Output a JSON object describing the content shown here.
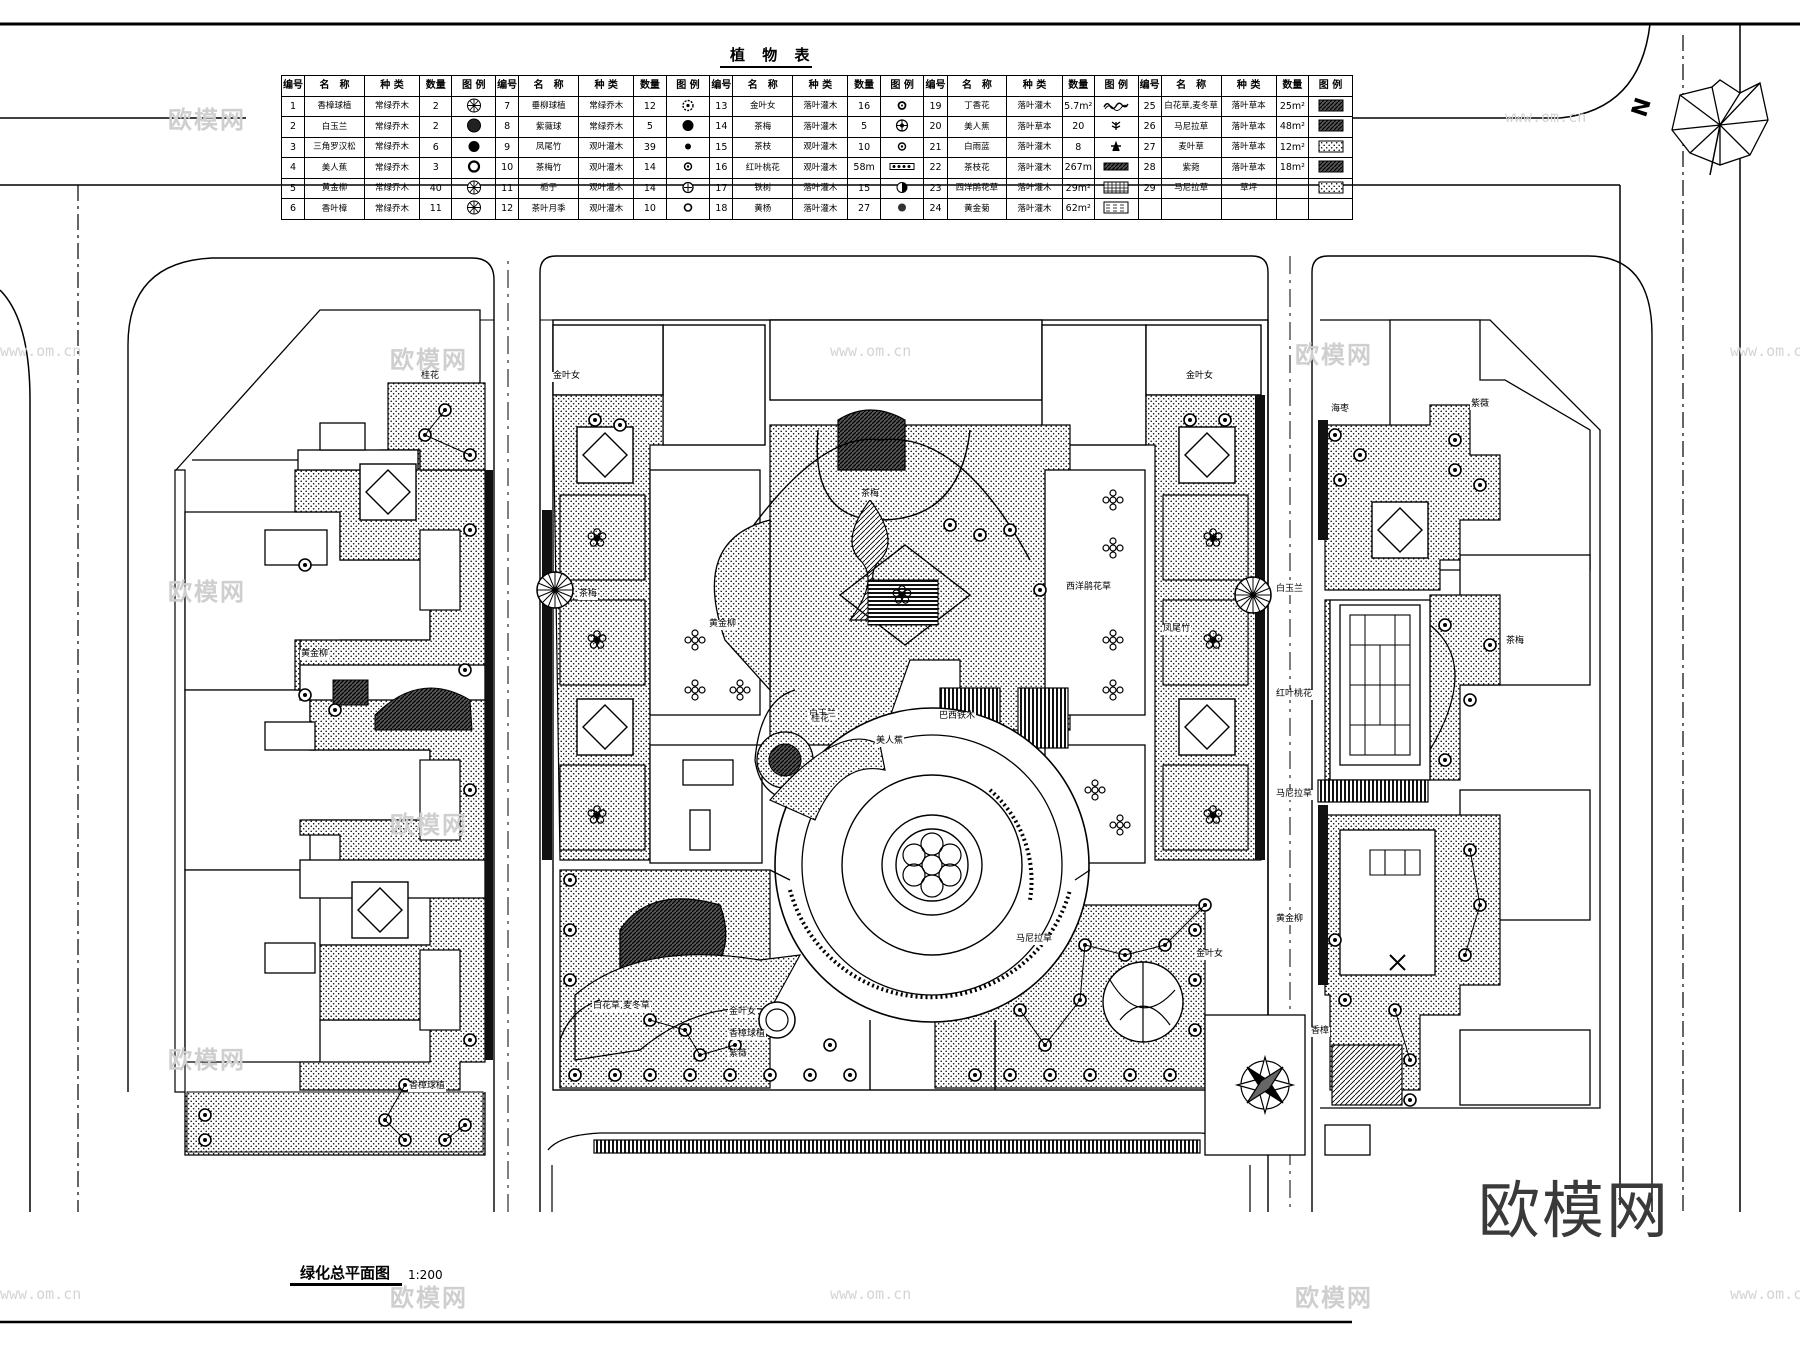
{
  "table_title": "植 物 表",
  "plant_table": {
    "headers": [
      "编号",
      "名　称",
      "种 类",
      "数量",
      "图 例"
    ],
    "rows": [
      [
        {
          "no": "1",
          "name": "香樟球植",
          "type": "常绿乔木",
          "qty": "2",
          "sym": "hatch-tree"
        },
        {
          "no": "7",
          "name": "垂柳球植",
          "type": "常绿乔木",
          "qty": "12",
          "sym": "dot-ring"
        },
        {
          "no": "13",
          "name": "金叶女",
          "type": "落叶灌木",
          "qty": "16",
          "sym": "small-ring"
        },
        {
          "no": "19",
          "name": "丁香花",
          "type": "落叶灌木",
          "qty": "5.7m²",
          "sym": "squiggle"
        },
        {
          "no": "25",
          "name": "白花草,麦冬草",
          "type": "落叶草本",
          "qty": "25m²",
          "sym": "dense-hatch"
        }
      ],
      [
        {
          "no": "2",
          "name": "白玉兰",
          "type": "常绿乔木",
          "qty": "2",
          "sym": "dark-tree"
        },
        {
          "no": "8",
          "name": "紫薇球",
          "type": "常绿乔木",
          "qty": "5",
          "sym": "filled-circle"
        },
        {
          "no": "14",
          "name": "茶梅",
          "type": "落叶灌木",
          "qty": "5",
          "sym": "flower"
        },
        {
          "no": "20",
          "name": "美人蕉",
          "type": "落叶草本",
          "qty": "20",
          "sym": "sprig"
        },
        {
          "no": "26",
          "name": "马尼拉草",
          "type": "落叶草本",
          "qty": "48m²",
          "sym": "dense-hatch"
        }
      ],
      [
        {
          "no": "3",
          "name": "三角罗汉松",
          "type": "常绿乔木",
          "qty": "6",
          "sym": "filled-circle"
        },
        {
          "no": "9",
          "name": "凤尾竹",
          "type": "观叶灌木",
          "qty": "39",
          "sym": "small-dot"
        },
        {
          "no": "15",
          "name": "茶枝",
          "type": "观叶灌木",
          "qty": "10",
          "sym": "small-flower"
        },
        {
          "no": "21",
          "name": "白雨蓝",
          "type": "落叶灌木",
          "qty": "8",
          "sym": "sprig2"
        },
        {
          "no": "27",
          "name": "麦叶草",
          "type": "落叶草本",
          "qty": "12m²",
          "sym": "dots"
        }
      ],
      [
        {
          "no": "4",
          "name": "美人蕉",
          "type": "常绿乔木",
          "qty": "3",
          "sym": "ring"
        },
        {
          "no": "10",
          "name": "茶梅竹",
          "type": "观叶灌木",
          "qty": "14",
          "sym": "small-flower"
        },
        {
          "no": "16",
          "name": "红叶桃花",
          "type": "观叶灌木",
          "qty": "58m",
          "sym": "chain"
        },
        {
          "no": "22",
          "name": "茶枝花",
          "type": "落叶灌木",
          "qty": "267m",
          "sym": "hedge"
        },
        {
          "no": "28",
          "name": "紫菀",
          "type": "落叶草本",
          "qty": "18m²",
          "sym": "dense-hatch"
        }
      ],
      [
        {
          "no": "5",
          "name": "黄金柳",
          "type": "常绿乔木",
          "qty": "40",
          "sym": "hatch-tree"
        },
        {
          "no": "11",
          "name": "栀子",
          "type": "观叶灌木",
          "qty": "14",
          "sym": "cross-circle"
        },
        {
          "no": "17",
          "name": "铁树",
          "type": "落叶灌木",
          "qty": "15",
          "sym": "half-circle"
        },
        {
          "no": "23",
          "name": "西洋鹃花草",
          "type": "落叶灌木",
          "qty": "29m²",
          "sym": "grid-box"
        },
        {
          "no": "29",
          "name": "马尼拉草",
          "type": "草坪",
          "qty": "",
          "sym": "dots"
        }
      ],
      [
        {
          "no": "6",
          "name": "香叶樟",
          "type": "常绿乔木",
          "qty": "11",
          "sym": "hatch-tree"
        },
        {
          "no": "12",
          "name": "茶叶月季",
          "type": "观叶灌木",
          "qty": "10",
          "sym": "ring-small"
        },
        {
          "no": "18",
          "name": "黄杨",
          "type": "落叶灌木",
          "qty": "27",
          "sym": "dark-dot"
        },
        {
          "no": "24",
          "name": "黄金菊",
          "type": "落叶灌木",
          "qty": "62m²",
          "sym": "dash-box"
        },
        {
          "no": "",
          "name": "",
          "type": "",
          "qty": "",
          "sym": "none"
        }
      ]
    ]
  },
  "plan_labels": [
    {
      "text": "桂花"
    },
    {
      "text": "金叶女"
    },
    {
      "text": "金叶女"
    },
    {
      "text": "海枣"
    },
    {
      "text": "紫薇"
    },
    {
      "text": "白玉兰"
    },
    {
      "text": "黄金柳"
    },
    {
      "text": "红叶桃花"
    },
    {
      "text": "马尼拉草"
    },
    {
      "text": "美人蕉"
    },
    {
      "text": "巴西铁木"
    },
    {
      "text": "白玉兰"
    },
    {
      "text": "茶梅"
    },
    {
      "text": "西洋鹃花草"
    },
    {
      "text": "凤尾竹"
    },
    {
      "text": "茶梅"
    },
    {
      "text": "金叶女"
    },
    {
      "text": "金叶女"
    },
    {
      "text": "白花草,麦冬草"
    },
    {
      "text": "马尼拉草"
    },
    {
      "text": "香樟球植"
    },
    {
      "text": "紫薇"
    },
    {
      "text": "香樟球植"
    },
    {
      "text": "黄金柳"
    },
    {
      "text": "香樟"
    },
    {
      "text": "黄金柳"
    },
    {
      "text": "桂花"
    },
    {
      "text": "茶梅"
    }
  ],
  "plan_title": "绿化总平面图",
  "plan_scale": "1:200",
  "north_label": "N",
  "watermark_cn": "欧模网",
  "watermark_url": "www.om.cn",
  "brand_text": "欧模网"
}
